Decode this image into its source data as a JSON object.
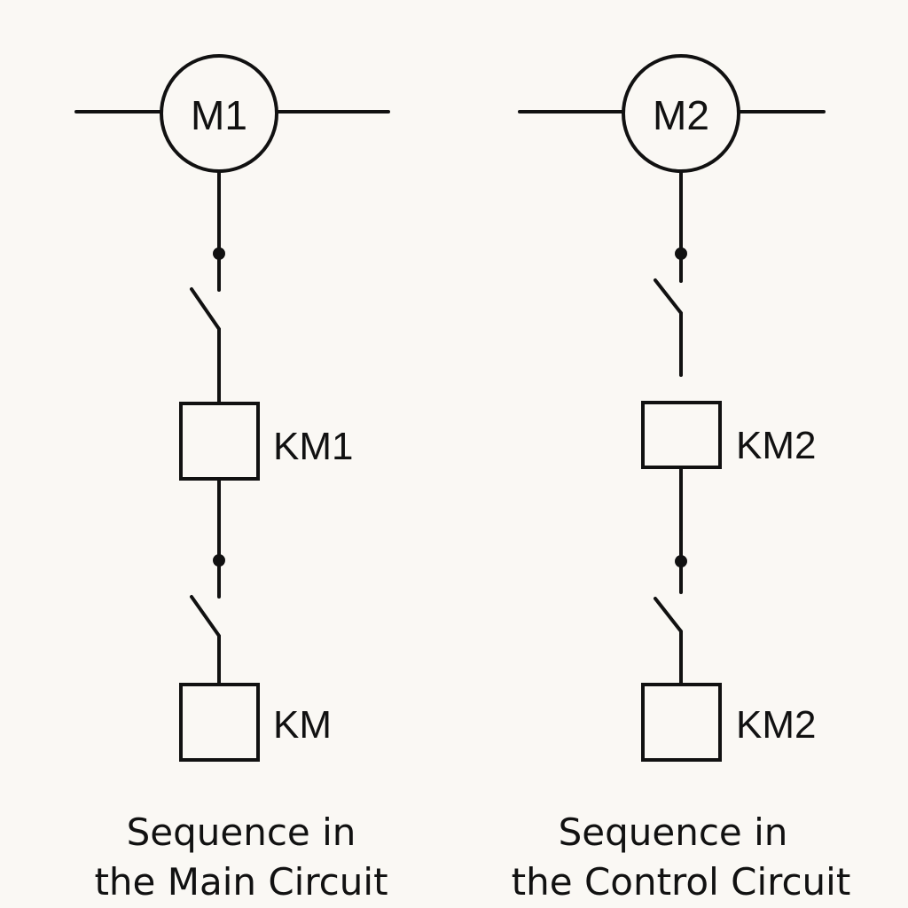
{
  "diagram": {
    "columns": [
      {
        "motor_label": "M1",
        "contactor_label": "KM1",
        "coil_label": "KM",
        "caption_line1": "Sequence in",
        "caption_line2": "the Main Circuit"
      },
      {
        "motor_label": "M2",
        "contactor_label": "KM2",
        "coil_label": "KM2",
        "caption_line1": "Sequence in",
        "caption_line2": "the Control Circuit"
      }
    ]
  }
}
